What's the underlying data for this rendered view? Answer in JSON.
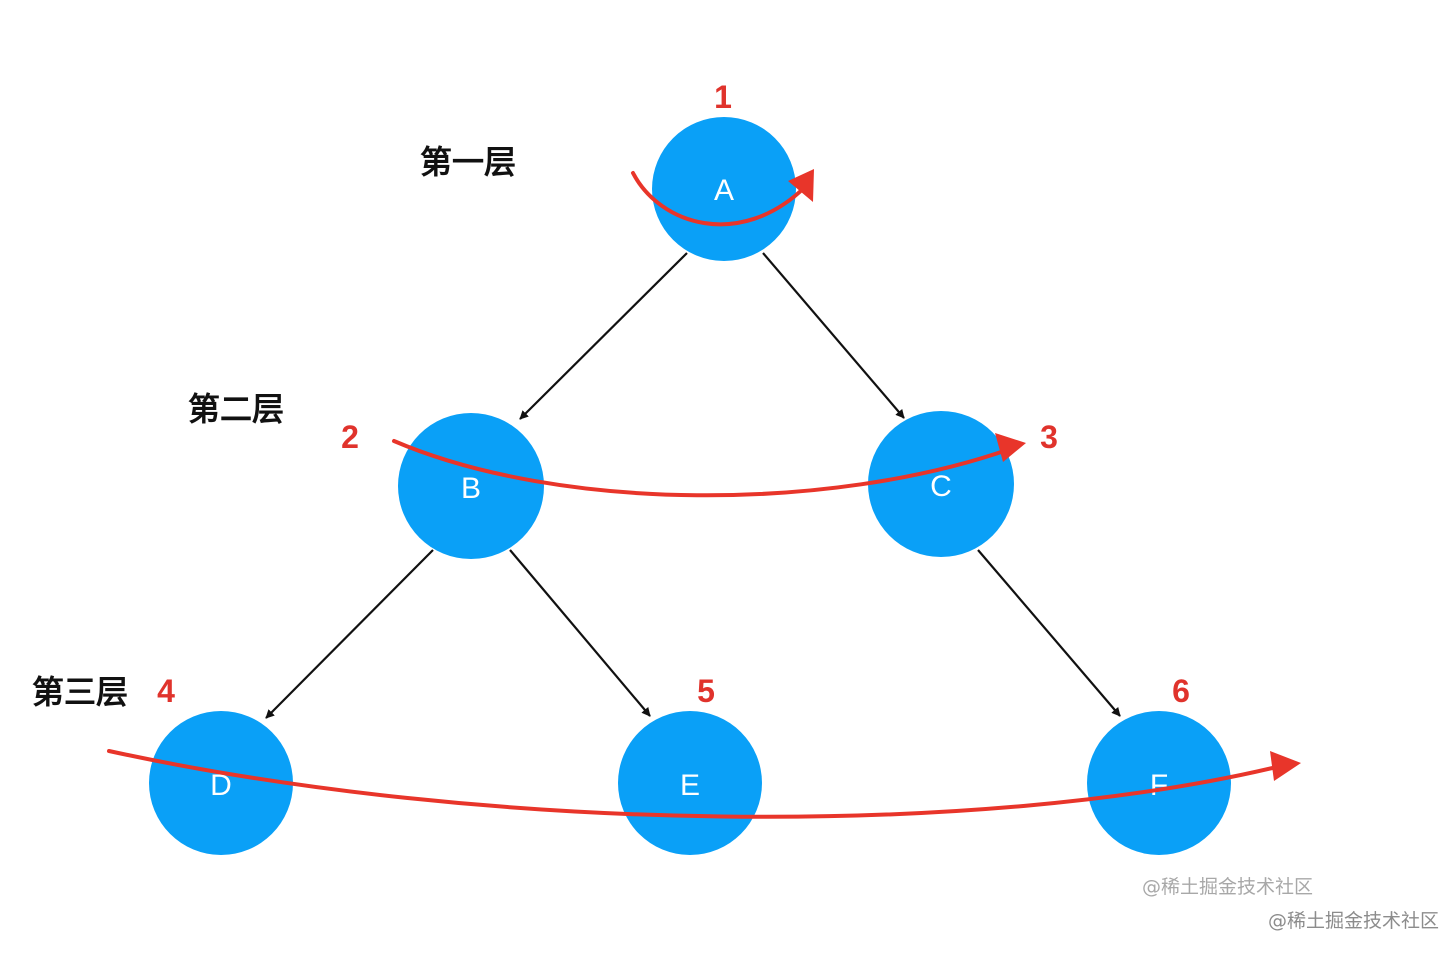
{
  "levels": {
    "first": "第一层",
    "second": "第二层",
    "third": "第三层"
  },
  "nodes": {
    "a": "A",
    "b": "B",
    "c": "C",
    "d": "D",
    "e": "E",
    "f": "F"
  },
  "order": {
    "a": "1",
    "b": "2",
    "c": "3",
    "d": "4",
    "e": "5",
    "f": "6"
  },
  "edges": [
    {
      "from": "A",
      "to": "B"
    },
    {
      "from": "A",
      "to": "C"
    },
    {
      "from": "B",
      "to": "D"
    },
    {
      "from": "B",
      "to": "E"
    },
    {
      "from": "C",
      "to": "F"
    }
  ],
  "watermarks": {
    "inner": "@稀土掘金技术社区",
    "outer": "@稀土掘金技术社区"
  },
  "colors": {
    "node": "#0aa0f7",
    "traversal": "#e8352a",
    "edge": "#111111"
  }
}
